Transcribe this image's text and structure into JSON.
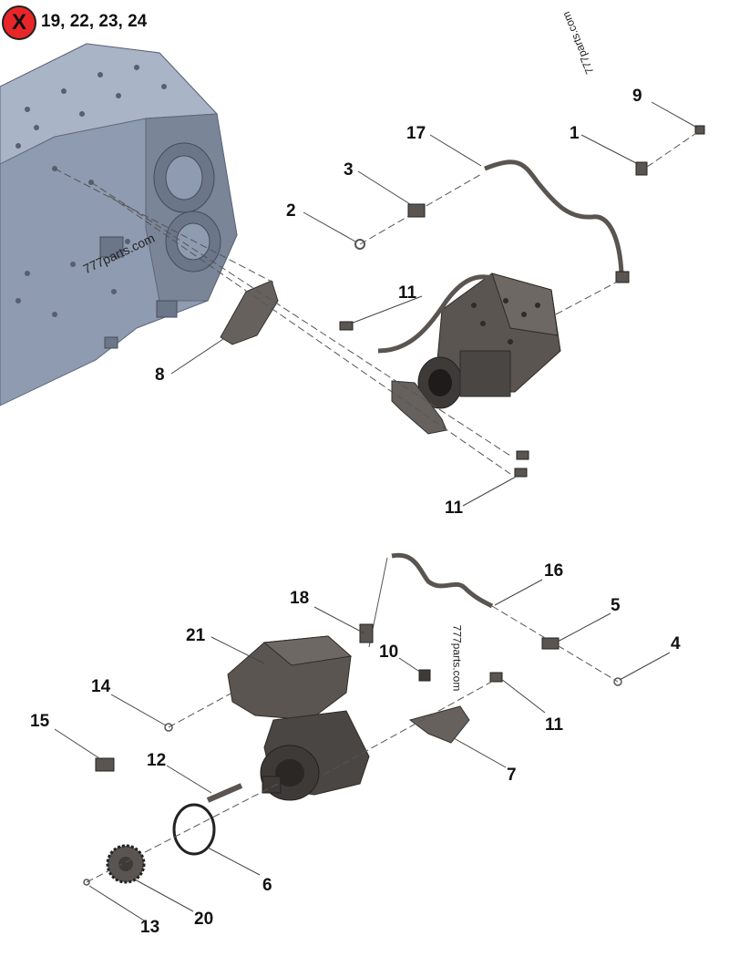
{
  "exclusion": {
    "symbol": "X",
    "items": "19, 22, 23, 24",
    "badge_color": "#e8262a"
  },
  "watermarks": [
    "777parts.com",
    "777parts.com",
    "777parts.com"
  ],
  "callouts": {
    "c1": "1",
    "c2": "2",
    "c3": "3",
    "c4": "4",
    "c5": "5",
    "c6": "6",
    "c7": "7",
    "c8": "8",
    "c9": "9",
    "c10": "10",
    "c11a": "11",
    "c11b": "11",
    "c11c": "11",
    "c12": "12",
    "c13": "13",
    "c14": "14",
    "c15": "15",
    "c16": "16",
    "c17": "17",
    "c18": "18",
    "c20": "20",
    "c21": "21"
  },
  "colors": {
    "engine_block": "#8e9bb0",
    "engine_block_dark": "#6b7689",
    "compressor": "#5a5551",
    "compressor_dark": "#3e3a37",
    "bracket": "#66615d",
    "leader": "#444444"
  }
}
